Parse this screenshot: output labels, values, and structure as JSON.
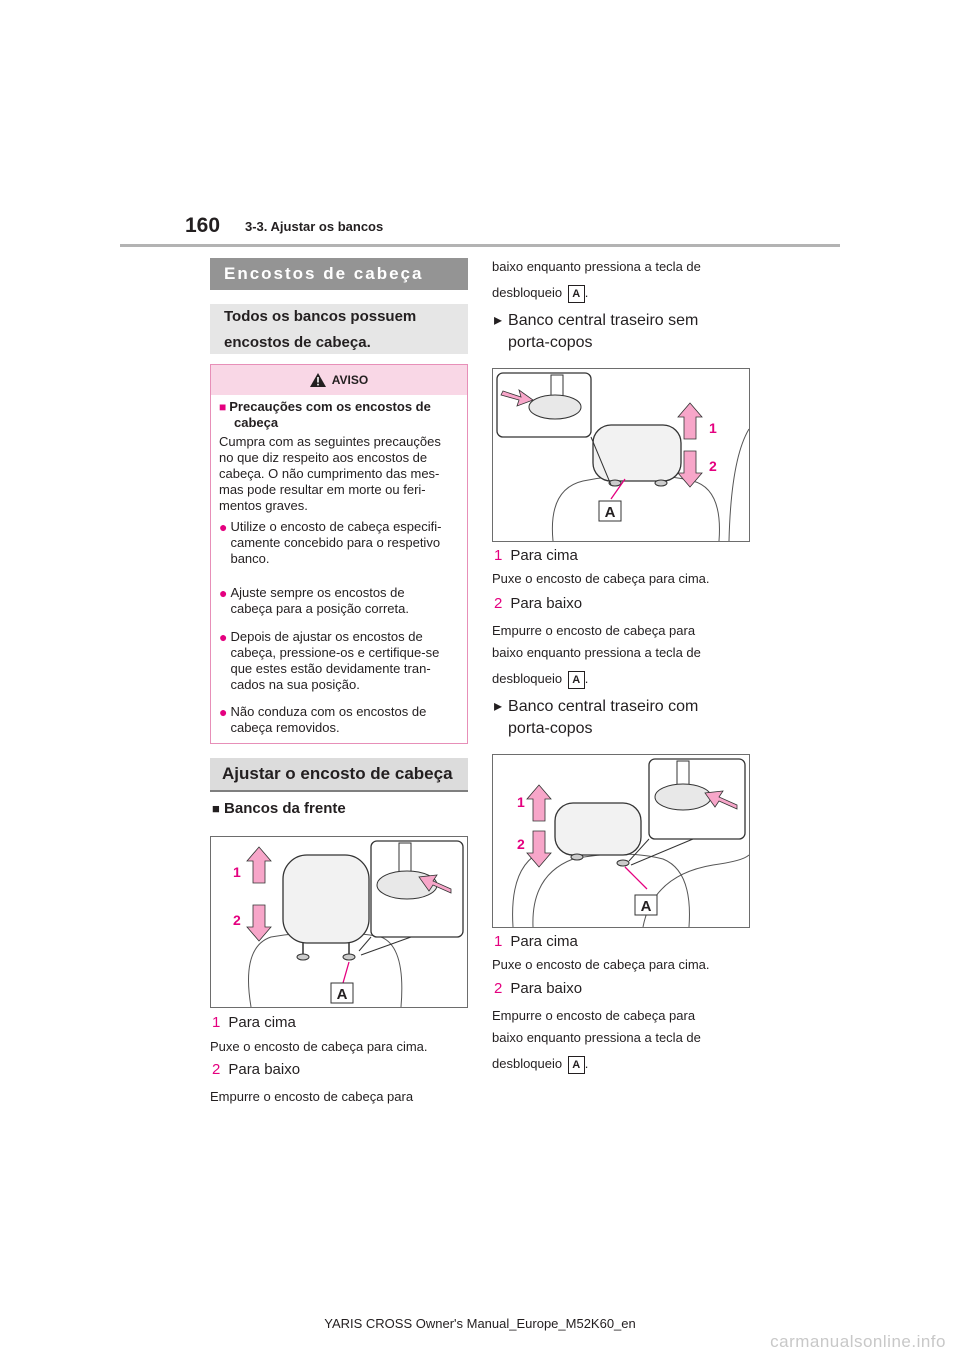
{
  "header": {
    "page_number": "160",
    "section_title": "3-3. Ajustar os bancos"
  },
  "left": {
    "section_heading": "Encostos de cabeça",
    "intro_box": [
      "Todos os bancos possuem",
      "encostos de cabeça."
    ],
    "warning": {
      "label": "AVISO",
      "title": [
        "Precauções com os encostos de",
        "cabeça"
      ],
      "text": [
        "Cumpra com as seguintes precauções",
        "no que diz respeito aos encostos de",
        "cabeça. O não cumprimento das mes-",
        "mas pode resultar em morte ou feri-",
        "mentos graves."
      ],
      "bullets": [
        [
          "Utilize o encosto de cabeça especifi-",
          "camente concebido para o respetivo",
          "banco."
        ],
        [
          "Ajuste sempre os encostos de",
          "cabeça para a posição correta."
        ],
        [
          "Depois de ajustar os encostos de",
          "cabeça, pressione-os e certifique-se",
          "que estes estão devidamente tran-",
          "cados na sua posição."
        ],
        [
          "Não conduza com os encostos de",
          "cabeça removidos."
        ]
      ]
    },
    "adjust_heading": "Ajustar o encosto de cabeça",
    "front_seats_heading": "Bancos da frente",
    "figure_labels": {
      "one": "1",
      "two": "2",
      "key": "A"
    },
    "step1": {
      "num": "1",
      "label": "Para cima",
      "desc": "Puxe o encosto de cabeça para cima."
    },
    "step2": {
      "num": "2",
      "label": "Para baixo",
      "desc": "Empurre o encosto de cabeça para"
    }
  },
  "right": {
    "continuation": [
      "baixo enquanto pressiona a tecla de",
      "desbloqueio"
    ],
    "rear_no_cup": {
      "heading": [
        "Banco central traseiro sem",
        "porta-copos"
      ],
      "step1": {
        "num": "1",
        "label": "Para cima",
        "desc": "Puxe o encosto de cabeça para cima."
      },
      "step2": {
        "num": "2",
        "label": "Para baixo",
        "desc": [
          "Empurre o encosto de cabeça para",
          "baixo enquanto pressiona a tecla de",
          "desbloqueio"
        ]
      }
    },
    "rear_cup": {
      "heading": [
        "Banco central traseiro com",
        "porta-copos"
      ],
      "step1": {
        "num": "1",
        "label": "Para cima",
        "desc": "Puxe o encosto de cabeça para cima."
      },
      "step2": {
        "num": "2",
        "label": "Para baixo",
        "desc": [
          "Empurre o encosto de cabeça para",
          "baixo enquanto pressiona a tecla de",
          "desbloqueio"
        ]
      }
    },
    "key_label": "A",
    "period": "."
  },
  "footer": {
    "text": "YARIS CROSS Owner's Manual_Europe_M52K60_en"
  },
  "watermark": "carmanualsonline.info",
  "colors": {
    "accent": "#e4007f",
    "warning_fill": "#f9d7e6",
    "heading_gray": "#949494"
  }
}
